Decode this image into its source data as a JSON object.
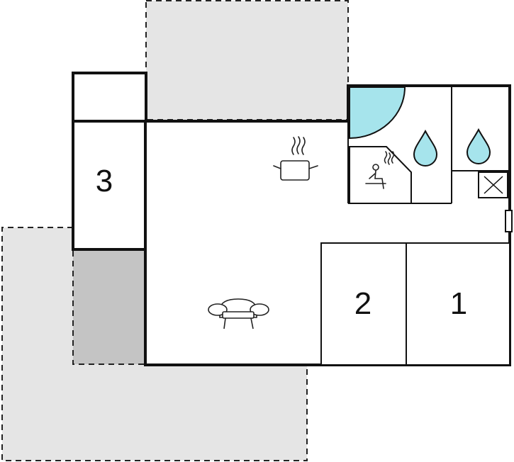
{
  "floorplan": {
    "rooms": [
      {
        "id": "room-1",
        "label": "1"
      },
      {
        "id": "room-2",
        "label": "2"
      },
      {
        "id": "room-3",
        "label": "3"
      }
    ],
    "icons": [
      "sauna-icon",
      "shower-icon",
      "bathroom-drop-icon",
      "washing-machine-icon",
      "kitchen-pot-icon",
      "sofa-icon"
    ],
    "colors": {
      "terrace": "#e5e5e5",
      "carport": "#c4c4c4",
      "water": "#a6e4ec",
      "wall": "#111111"
    }
  }
}
